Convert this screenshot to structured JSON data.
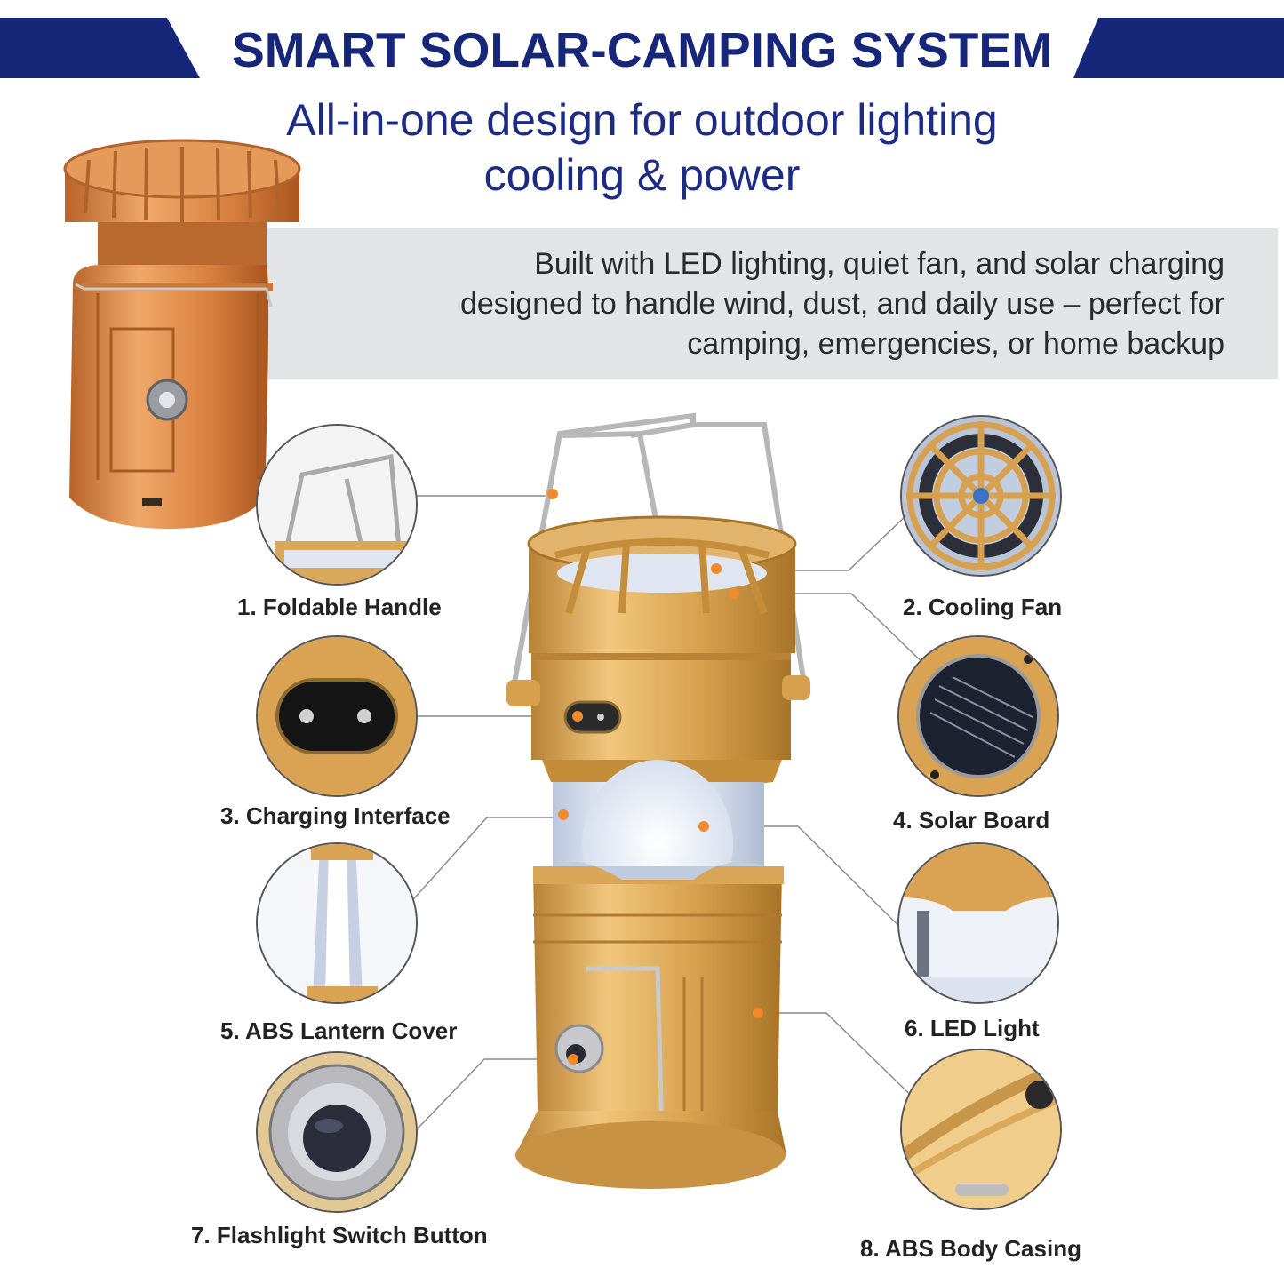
{
  "header": {
    "title": "SMART SOLAR-CAMPING SYSTEM",
    "subtitle_line1": "All-in-one design for outdoor lighting",
    "subtitle_line2": "cooling & power"
  },
  "description": {
    "line1": "Built with LED lighting, quiet fan, and solar charging",
    "line2": "designed to handle wind, dust, and daily use – perfect for",
    "line3": "camping, emergencies, or home backup"
  },
  "features": [
    {
      "label": "1. Foldable Handle"
    },
    {
      "label": "2. Cooling Fan"
    },
    {
      "label": "3.  Charging Interface"
    },
    {
      "label": "4. Solar Board"
    },
    {
      "label": "5. ABS Lantern Cover"
    },
    {
      "label": "6. LED Light"
    },
    {
      "label": "7. Flashlight Switch Button"
    },
    {
      "label": "8. ABS Body Casing"
    }
  ],
  "colors": {
    "brand_navy": "#162679",
    "gold": "#d6a04e",
    "copper": "#d98b45",
    "callout_dot": "#f08a2c",
    "desc_panel": "#e3e4e6"
  }
}
